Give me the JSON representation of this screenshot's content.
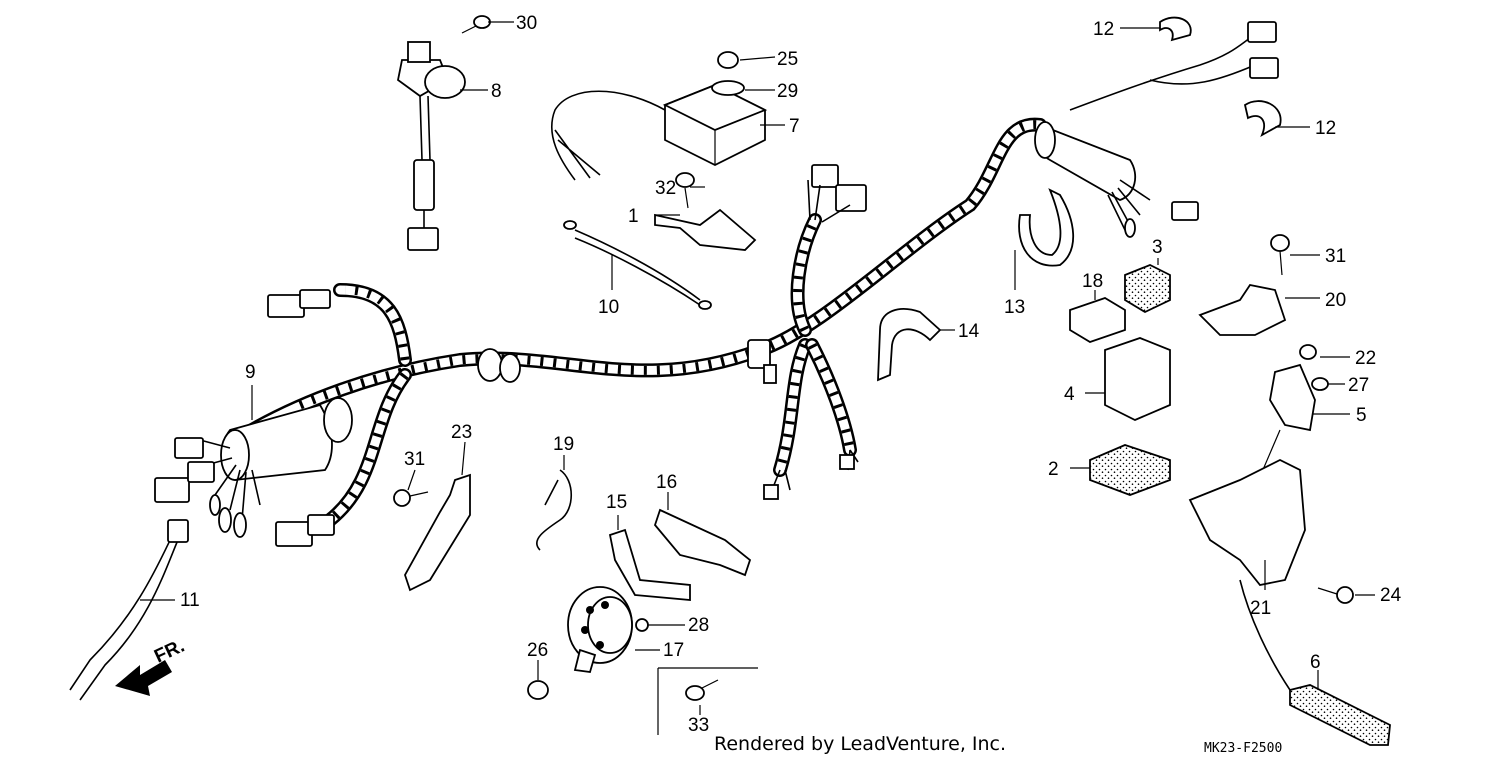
{
  "diagram": {
    "callouts": [
      {
        "id": "1",
        "label": "1"
      },
      {
        "id": "2",
        "label": "2"
      },
      {
        "id": "3",
        "label": "3"
      },
      {
        "id": "4",
        "label": "4"
      },
      {
        "id": "5",
        "label": "5"
      },
      {
        "id": "6",
        "label": "6"
      },
      {
        "id": "7",
        "label": "7"
      },
      {
        "id": "8",
        "label": "8"
      },
      {
        "id": "9",
        "label": "9"
      },
      {
        "id": "10",
        "label": "10"
      },
      {
        "id": "11",
        "label": "11"
      },
      {
        "id": "12a",
        "label": "12"
      },
      {
        "id": "12b",
        "label": "12"
      },
      {
        "id": "13",
        "label": "13"
      },
      {
        "id": "14",
        "label": "14"
      },
      {
        "id": "15",
        "label": "15"
      },
      {
        "id": "16",
        "label": "16"
      },
      {
        "id": "17",
        "label": "17"
      },
      {
        "id": "18",
        "label": "18"
      },
      {
        "id": "19",
        "label": "19"
      },
      {
        "id": "20",
        "label": "20"
      },
      {
        "id": "21",
        "label": "21"
      },
      {
        "id": "22",
        "label": "22"
      },
      {
        "id": "23",
        "label": "23"
      },
      {
        "id": "24",
        "label": "24"
      },
      {
        "id": "25",
        "label": "25"
      },
      {
        "id": "26",
        "label": "26"
      },
      {
        "id": "27",
        "label": "27"
      },
      {
        "id": "28",
        "label": "28"
      },
      {
        "id": "29",
        "label": "29"
      },
      {
        "id": "30",
        "label": "30"
      },
      {
        "id": "31a",
        "label": "31"
      },
      {
        "id": "31b",
        "label": "31"
      },
      {
        "id": "32",
        "label": "32"
      },
      {
        "id": "33",
        "label": "33"
      }
    ],
    "front_marker": "FR.",
    "credit": "Rendered by LeadVenture, Inc.",
    "drawing_code": "MK23-F2500"
  }
}
